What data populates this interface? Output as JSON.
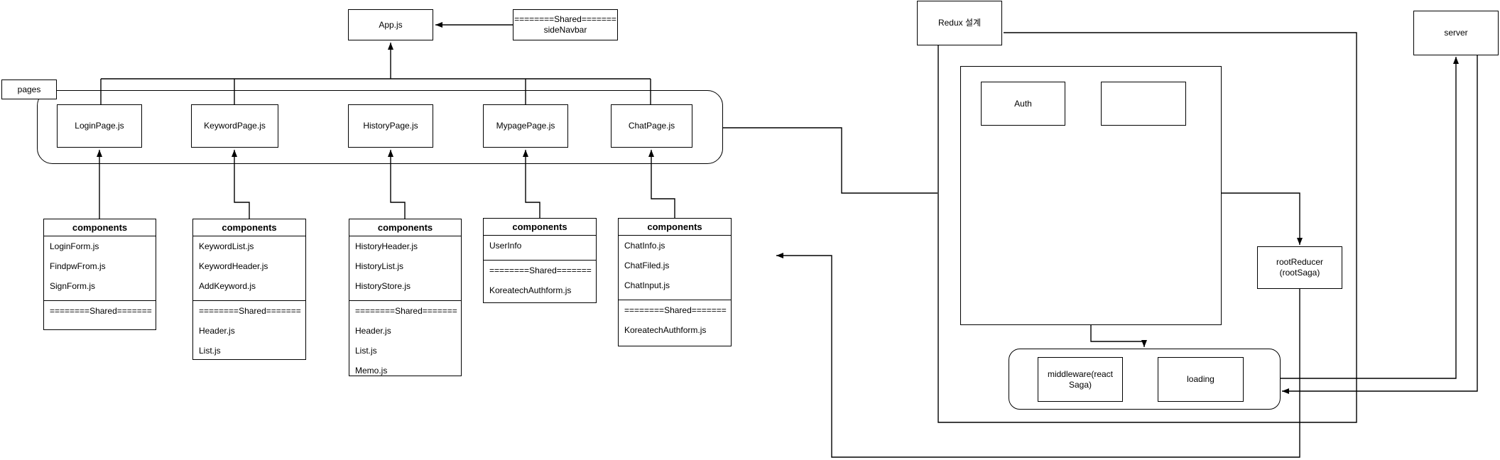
{
  "nodes": {
    "app": "App.js",
    "side_navbar_line1": "========Shared=======",
    "side_navbar_line2": "sideNavbar",
    "pages_label": "pages",
    "server": "server",
    "redux_title": "Redux 설계",
    "auth": "Auth",
    "root_reducer_line1": "rootReducer",
    "root_reducer_line2": "(rootSaga)",
    "middleware_line1": "middleware(react",
    "middleware_line2": "Saga)",
    "loading": "loading"
  },
  "pages": [
    "LoginPage.js",
    "KeywordPage.js",
    "HistoryPage.js",
    "MypagePage.js",
    "ChatPage.js"
  ],
  "components_boxes": [
    {
      "title": "components",
      "items": [
        "LoginForm.js",
        "FindpwFrom.js",
        "SignForm.js"
      ],
      "shared_label": "========Shared=======",
      "shared_items": []
    },
    {
      "title": "components",
      "items": [
        "KeywordList.js",
        "KeywordHeader.js",
        "AddKeyword.js"
      ],
      "shared_label": "========Shared=======",
      "shared_items": [
        "Header.js",
        "List.js"
      ]
    },
    {
      "title": "components",
      "items": [
        "HistoryHeader.js",
        "HistoryList.js",
        "HistoryStore.js"
      ],
      "shared_label": "========Shared=======",
      "shared_items": [
        "Header.js",
        "List.js",
        "Memo.js"
      ]
    },
    {
      "title": "components",
      "items": [
        "UserInfo"
      ],
      "shared_label": "========Shared=======",
      "shared_items": [
        "KoreatechAuthform.js"
      ]
    },
    {
      "title": "components",
      "items": [
        "ChatInfo.js",
        "ChatFiled.js",
        "ChatInput.js"
      ],
      "shared_label": "========Shared=======",
      "shared_items": [
        "KoreatechAuthform.js"
      ]
    }
  ]
}
